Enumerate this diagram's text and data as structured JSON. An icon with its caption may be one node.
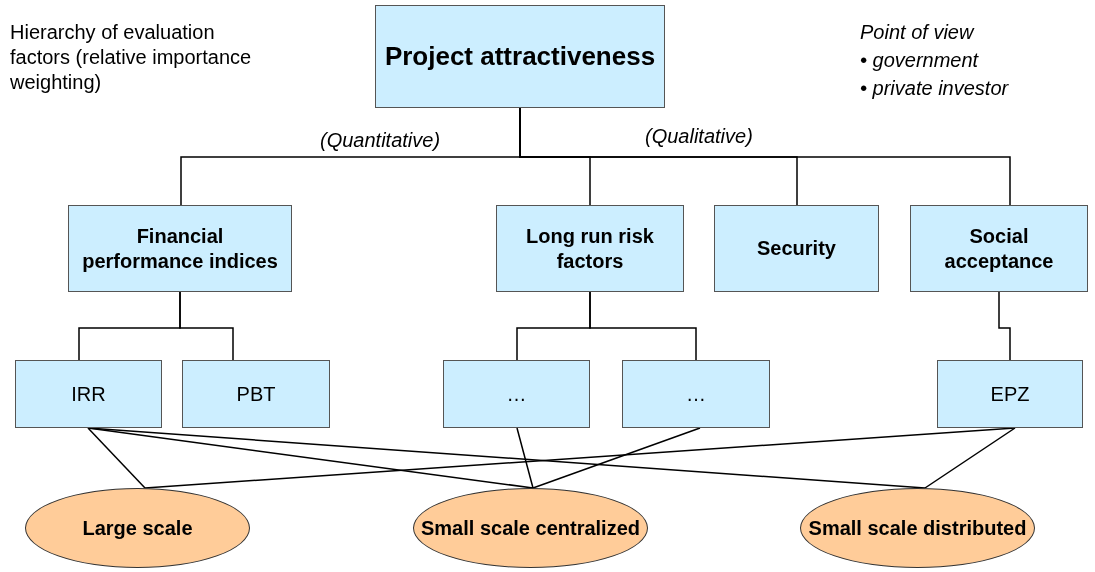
{
  "diagram": {
    "nodes": [
      {
        "text": [
          "Project attractiveness"
        ]
      },
      {
        "text": [
          "Financial performance indices"
        ]
      },
      {
        "text": [
          "Long run risk factors"
        ]
      },
      {
        "text": [
          "Security"
        ]
      },
      {
        "text": [
          "Social acceptance"
        ]
      },
      {
        "text": [
          "IRR"
        ]
      },
      {
        "text": [
          "PBT"
        ]
      },
      {
        "text": [
          "…"
        ]
      },
      {
        "text": [
          "…"
        ]
      },
      {
        "text": [
          "EPZ"
        ]
      },
      {
        "text": [
          "Large scale"
        ]
      },
      {
        "text": [
          "Small scale centralized"
        ]
      },
      {
        "text": [
          "Small scale distributed"
        ]
      }
    ],
    "edges": [
      {
        "from": 0,
        "to": 1,
        "arrow": "none"
      },
      {
        "from": 0,
        "to": 2,
        "arrow": "none"
      },
      {
        "from": 0,
        "to": 3,
        "arrow": "none"
      },
      {
        "from": 0,
        "to": 4,
        "arrow": "none"
      },
      {
        "from": 1,
        "to": 5,
        "arrow": "none"
      },
      {
        "from": 1,
        "to": 6,
        "arrow": "none"
      },
      {
        "from": 2,
        "to": 7,
        "arrow": "none"
      },
      {
        "from": 2,
        "to": 8,
        "arrow": "none"
      },
      {
        "from": 4,
        "to": 9,
        "arrow": "none"
      },
      {
        "from": 5,
        "to": 10,
        "arrow": "none"
      },
      {
        "from": 5,
        "to": 11,
        "arrow": "none"
      },
      {
        "from": 5,
        "to": 12,
        "arrow": "none"
      },
      {
        "from": 7,
        "to": 11,
        "arrow": "none"
      },
      {
        "from": 8,
        "to": 11,
        "arrow": "none"
      },
      {
        "from": 9,
        "to": 10,
        "arrow": "none"
      },
      {
        "from": 9,
        "to": 12,
        "arrow": "none"
      }
    ],
    "labels": [
      "Hierarchy of evaluation factors (relative importance weighting)",
      "Point of view",
      "• government",
      "• private investor",
      "(Quantitative)",
      "(Qualitative)"
    ]
  }
}
